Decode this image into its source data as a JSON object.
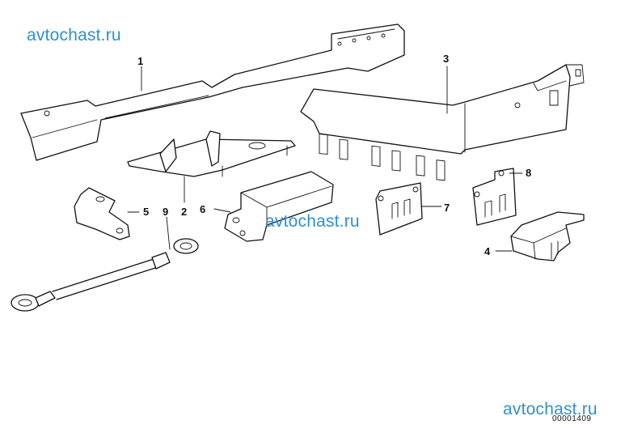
{
  "watermarks": {
    "top_left": "avtochast.ru",
    "center": "avtochast.ru",
    "bottom_right": "avtochast.ru"
  },
  "callouts": {
    "p1": "1",
    "p2": "2",
    "p3": "3",
    "p4": "4",
    "p5": "5",
    "p6": "6",
    "p7": "7",
    "p8": "8",
    "p9": "9"
  },
  "diagram_ref": "00001409"
}
